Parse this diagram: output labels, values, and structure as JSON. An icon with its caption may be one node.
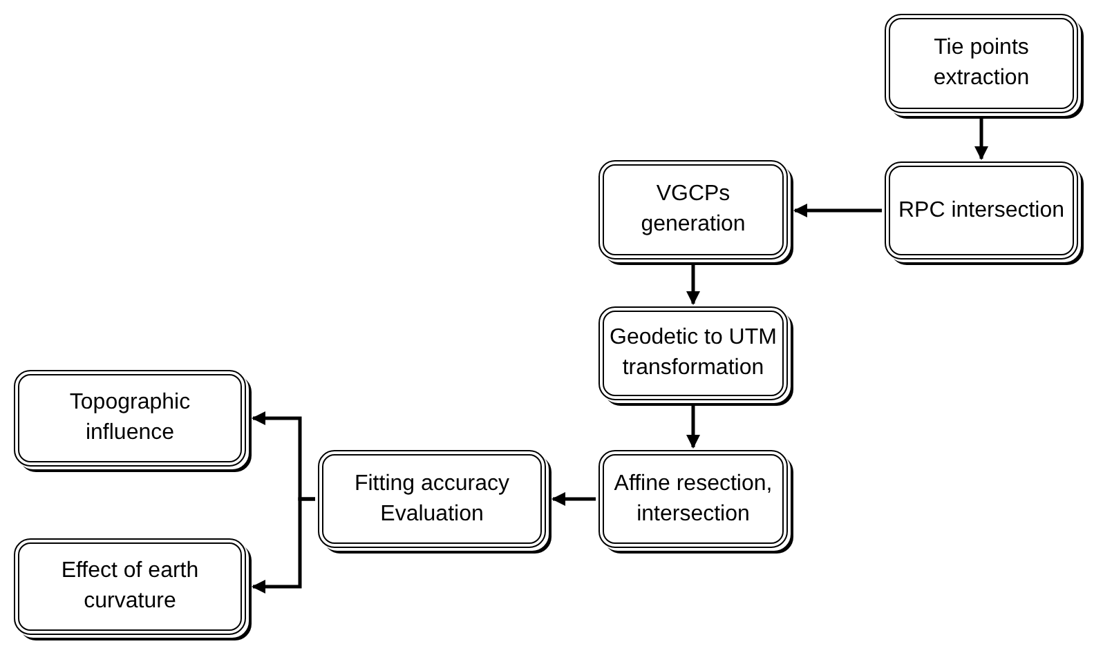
{
  "diagram": {
    "nodes": [
      {
        "text": [
          "Tie points extraction"
        ]
      },
      {
        "text": [
          "RPC intersection"
        ]
      },
      {
        "text": [
          "VGCPs generation"
        ]
      },
      {
        "text": [
          "Geodetic to UTM transformation"
        ]
      },
      {
        "text": [
          "Affine resection, intersection"
        ]
      },
      {
        "text": [
          "Fitting accuracy Evaluation"
        ]
      },
      {
        "text": [
          "Topographic influence"
        ]
      },
      {
        "text": [
          "Effect of earth curvature"
        ]
      }
    ],
    "edges": [
      {
        "from": 0,
        "to": 1,
        "arrow": "to"
      },
      {
        "from": 1,
        "to": 2,
        "arrow": "to"
      },
      {
        "from": 2,
        "to": 3,
        "arrow": "to"
      },
      {
        "from": 3,
        "to": 4,
        "arrow": "to"
      },
      {
        "from": 4,
        "to": 5,
        "arrow": "to"
      },
      {
        "from": 5,
        "to": 6,
        "arrow": "to"
      },
      {
        "from": 5,
        "to": 7,
        "arrow": "to"
      }
    ]
  }
}
